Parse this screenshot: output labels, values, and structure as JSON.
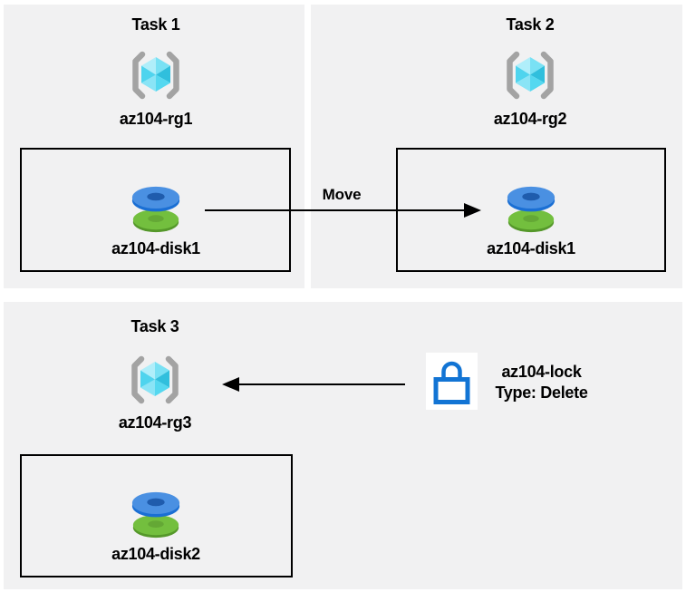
{
  "tasks": [
    {
      "title": "Task 1",
      "resource_group": "az104-rg1",
      "disk": "az104-disk1"
    },
    {
      "title": "Task 2",
      "resource_group": "az104-rg2",
      "disk": "az104-disk1"
    },
    {
      "title": "Task 3",
      "resource_group": "az104-rg3",
      "disk": "az104-disk2"
    }
  ],
  "arrows": [
    {
      "label": "Move",
      "direction": "right"
    },
    {
      "label": "",
      "direction": "left"
    }
  ],
  "lock": {
    "name": "az104-lock",
    "type": "Type: Delete"
  },
  "colors": {
    "panel_bg": "#f1f1f2",
    "box_border": "#000000",
    "arrow": "#000000",
    "text": "#000000",
    "rg_bracket_gray": "#a3a3a3",
    "rg_cube_shades": [
      "#b0eefa",
      "#79e1f4",
      "#30bfdd",
      "#55d8f0",
      "#8ae4f6",
      "#4fd4ee"
    ],
    "disk_blue_top": "#4a90e2",
    "disk_blue_rim": "#1a6fd4",
    "disk_blue_hole": "#1f5cad",
    "disk_green_top": "#73bf3e",
    "disk_green_rim": "#55982a",
    "disk_green_hole": "#64a835",
    "lock_blue": "#1274d4",
    "lock_bg": "#ffffff"
  }
}
